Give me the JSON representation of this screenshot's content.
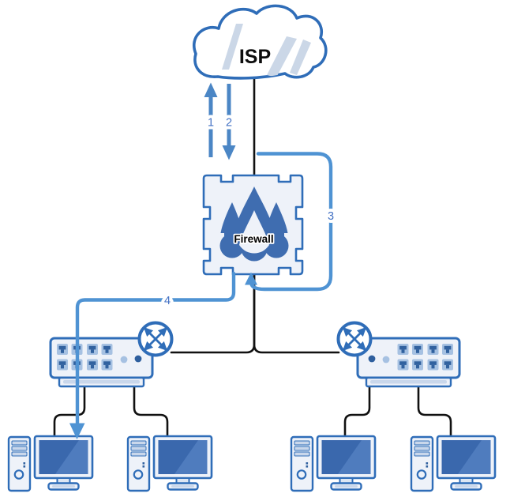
{
  "nodes": {
    "isp": {
      "label": "ISP",
      "icon": "cloud-icon"
    },
    "firewall": {
      "label": "Firewall",
      "icon": "flame-icon"
    },
    "switch_left": {
      "icon": "ethernet-switch-icon",
      "badge": "router-crossed-arrows-icon",
      "visible_ports": 8
    },
    "switch_right": {
      "icon": "ethernet-switch-icon",
      "badge": "router-crossed-arrows-icon",
      "visible_ports": 8
    },
    "workstation_1": {
      "icon": "desktop-pc-icon"
    },
    "workstation_2": {
      "icon": "desktop-pc-icon"
    },
    "workstation_3": {
      "icon": "desktop-pc-icon"
    },
    "workstation_4": {
      "icon": "desktop-pc-icon"
    }
  },
  "flow_labels": {
    "f1": "1",
    "f2": "2",
    "f3": "3",
    "f4": "4"
  },
  "colors": {
    "outline_blue": "#2f6db8",
    "icon_dark_blue": "#3f6db0",
    "node_light_fill": "#eef2f9",
    "port_light_blue": "#a6c1e2",
    "port_dark_blue": "#31619f",
    "arrow_blue": "#4b86c5",
    "arrow_blue_light": "#4f93d3",
    "flow_label_blue": "#4472c4",
    "cable_black": "#111111",
    "screen_blue": "#3a68ad",
    "cloud_sheen": "#cbd7e7"
  }
}
